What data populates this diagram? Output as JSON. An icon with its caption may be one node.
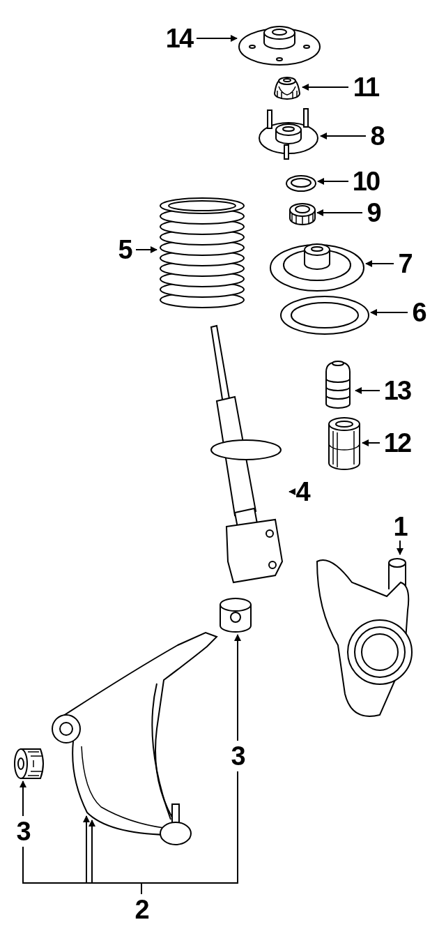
{
  "diagram": {
    "nodes": [
      {
        "text": [
          "14"
        ]
      },
      {
        "text": [],
        "shape": "picture"
      },
      {
        "text": [
          "11"
        ]
      },
      {
        "text": [],
        "shape": "picture"
      },
      {
        "text": [
          "8"
        ]
      },
      {
        "text": [],
        "shape": "picture"
      },
      {
        "text": [
          "10"
        ]
      },
      {
        "text": [],
        "shape": "picture"
      },
      {
        "text": [
          "9"
        ]
      },
      {
        "text": [],
        "shape": "picture"
      },
      {
        "text": [
          "5"
        ]
      },
      {
        "text": [],
        "shape": "picture"
      },
      {
        "text": [
          "7"
        ]
      },
      {
        "text": [],
        "shape": "picture"
      },
      {
        "text": [
          "6"
        ]
      },
      {
        "text": [],
        "shape": "picture"
      },
      {
        "text": [
          "13"
        ]
      },
      {
        "text": [],
        "shape": "picture"
      },
      {
        "text": [
          "12"
        ]
      },
      {
        "text": [],
        "shape": "picture"
      },
      {
        "text": [
          "4"
        ]
      },
      {
        "text": [],
        "shape": "picture"
      },
      {
        "text": [
          "1"
        ]
      },
      {
        "text": [],
        "shape": "picture"
      },
      {
        "text": [],
        "shape": "picture"
      },
      {
        "text": [],
        "shape": "picture"
      },
      {
        "text": [],
        "shape": "picture"
      },
      {
        "text": [
          "3"
        ]
      },
      {
        "text": [
          "3"
        ]
      },
      {
        "text": [
          "2"
        ]
      }
    ],
    "edges": [
      {
        "from": 0,
        "to": 1,
        "arrow": "to"
      },
      {
        "from": 2,
        "to": 3,
        "arrow": "to"
      },
      {
        "from": 4,
        "to": 5,
        "arrow": "to"
      },
      {
        "from": 6,
        "to": 7,
        "arrow": "to"
      },
      {
        "from": 8,
        "to": 9,
        "arrow": "to"
      },
      {
        "from": 10,
        "to": 11,
        "arrow": "to"
      },
      {
        "from": 12,
        "to": 13,
        "arrow": "to"
      },
      {
        "from": 14,
        "to": 15,
        "arrow": "to"
      },
      {
        "from": 16,
        "to": 17,
        "arrow": "to"
      },
      {
        "from": 18,
        "to": 19,
        "arrow": "to"
      },
      {
        "from": 20,
        "to": 21,
        "arrow": "to"
      },
      {
        "from": 22,
        "to": 23,
        "arrow": "to"
      },
      {
        "from": 27,
        "to": 24,
        "arrow": "to"
      },
      {
        "from": 28,
        "to": 25,
        "arrow": "to"
      },
      {
        "from": 29,
        "to": 26,
        "arrow": "to"
      },
      {
        "from": 29,
        "to": 26,
        "arrow": "to"
      },
      {
        "from": 29,
        "to": 28,
        "arrow": "none"
      },
      {
        "from": 29,
        "to": 27,
        "arrow": "none"
      }
    ]
  }
}
